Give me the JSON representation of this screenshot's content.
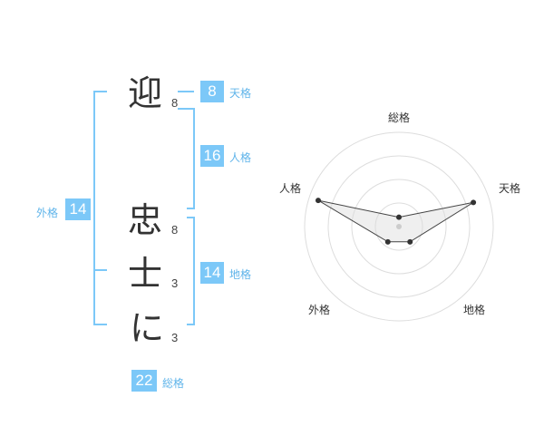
{
  "name_chars": [
    {
      "char": "迎",
      "strokes": "8"
    },
    {
      "char": "忠",
      "strokes": "8"
    },
    {
      "char": "士",
      "strokes": "3"
    },
    {
      "char": "に",
      "strokes": "3"
    }
  ],
  "fortune": {
    "tenkaku": {
      "value": "8",
      "label": "天格"
    },
    "jinkaku": {
      "value": "16",
      "label": "人格"
    },
    "chikaku": {
      "value": "14",
      "label": "地格"
    },
    "gaikaku": {
      "value": "14",
      "label": "外格"
    },
    "soukaku": {
      "value": "22",
      "label": "総格"
    }
  },
  "colors": {
    "accent": "#7cc8f8",
    "label": "#5fb4ea",
    "text": "#333333"
  },
  "chart_data": {
    "type": "radar",
    "axes": [
      "総格",
      "天格",
      "地格",
      "外格",
      "人格"
    ],
    "values": [
      0.1,
      0.83,
      0.2,
      0.2,
      0.9
    ],
    "ylim": [
      0,
      1
    ],
    "rings": 4
  }
}
